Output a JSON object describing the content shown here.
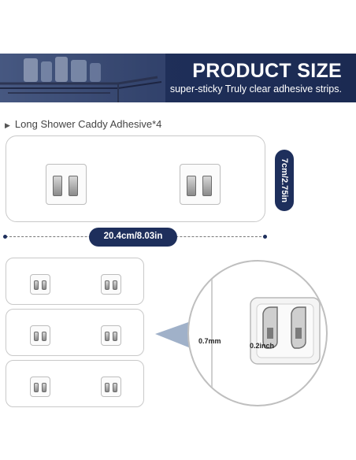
{
  "banner": {
    "title": "PRODUCT SIZE",
    "subtitle": "super-sticky Truly clear adhesive strips."
  },
  "section_label": "Long Shower Caddy Adhesive*4",
  "dimensions": {
    "height": "7cm/2.75in",
    "width": "20.4cm/8.03in",
    "thickness": "0.7mm",
    "hook_depth": "0.2inch"
  },
  "colors": {
    "navy_accent": "#1e2f5c",
    "banner_bg": "#1f2f59",
    "strip_border": "#c9c9c9"
  },
  "icons": {
    "section_bullet": "triangle-right-icon"
  }
}
